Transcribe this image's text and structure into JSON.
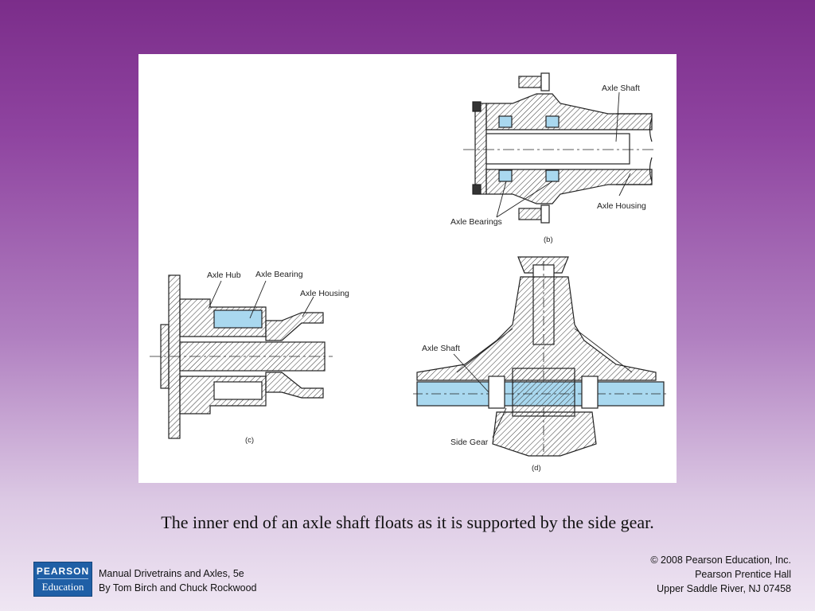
{
  "figure": {
    "labels": {
      "axle_shaft_b": "Axle Shaft",
      "axle_housing_b": "Axle Housing",
      "axle_bearings_b": "Axle Bearings",
      "panel_b": "(b)",
      "axle_hub_c": "Axle Hub",
      "axle_bearing_c": "Axle Bearing",
      "axle_housing_c": "Axle Housing",
      "panel_c": "(c)",
      "axle_shaft_d": "Axle Shaft",
      "side_gear_d": "Side Gear",
      "panel_d": "(d)"
    },
    "colors": {
      "highlight": "#a9d8ef",
      "line": "#222222"
    }
  },
  "caption": "The inner end of an axle shaft floats as it is supported by the side gear.",
  "footer": {
    "logo_top": "PEARSON",
    "logo_bottom": "Education",
    "book_title": "Manual Drivetrains and Axles, 5e",
    "book_authors": "By Tom Birch and Chuck Rockwood",
    "copyright": "© 2008 Pearson Education, Inc.",
    "publisher": "Pearson Prentice Hall",
    "location": "Upper Saddle River, NJ 07458"
  }
}
